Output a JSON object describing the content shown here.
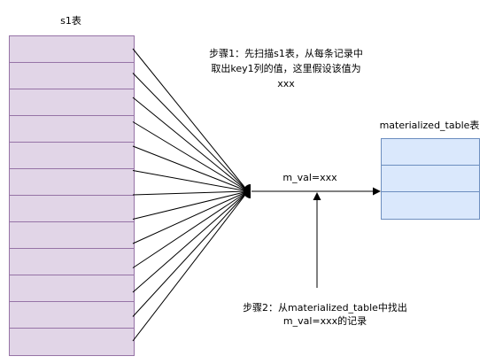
{
  "s1_table": {
    "title": "s1表",
    "row_count": 12
  },
  "materialized_table": {
    "title": "materialized_table表",
    "row_count": 3
  },
  "step1": {
    "lines": [
      "步骤1：先扫描s1表，从每条记录中",
      "取出key1列的值，这里假设该值为",
      "xxx"
    ]
  },
  "arrow_label": "m_val=xxx",
  "step2": {
    "lines": [
      "步骤2：从materialized_table中找出",
      "m_val=xxx的记录"
    ]
  },
  "colors": {
    "s1_fill": "#e1d5e7",
    "s1_stroke": "#9673a6",
    "mat_fill": "#dae8fc",
    "mat_stroke": "#6c8ebf",
    "line": "#000000"
  }
}
